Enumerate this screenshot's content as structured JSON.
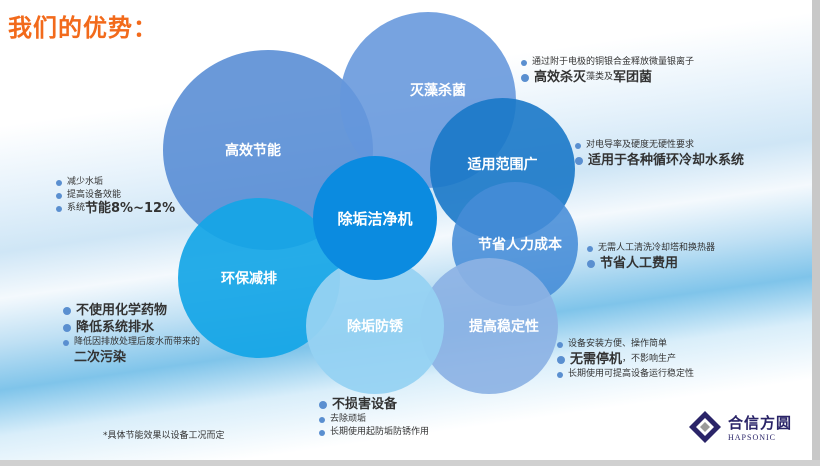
{
  "title": "我们的优势：",
  "center": "除垢洁净机",
  "bubbles": {
    "energy": "高效节能",
    "algae": "灭藻杀菌",
    "range": "适用范围广",
    "labor": "节省人力成本",
    "stability": "提高稳定性",
    "antirust": "除垢防锈",
    "eco": "环保减排"
  },
  "algae_notes": {
    "n1": "通过附于电极的铜银合金释放微量银离子",
    "n2a": "高效杀灭",
    "n2b": "藻类及",
    "n2c": "军团菌"
  },
  "range_notes": {
    "n1": "对电导率及硬度无硬性要求",
    "n2": "适用于各种循环冷却水系统"
  },
  "energy_notes": {
    "n1": "减少水垢",
    "n2": "提高设备效能",
    "n3a": "系统",
    "n3b": "节能8%~12%"
  },
  "labor_notes": {
    "n1": "无需人工清洗冷却塔和换热器",
    "n2": "节省人工费用"
  },
  "eco_notes": {
    "n1": "不使用化学药物",
    "n2": "降低系统排水",
    "n3": "降低因排放处理后废水而带来的",
    "n4": "二次污染"
  },
  "stability_notes": {
    "n1": "设备安装方便、操作简单",
    "n2a": "无需停机",
    "n2b": "，不影响生产",
    "n3": "长期使用可提高设备运行稳定性"
  },
  "antirust_notes": {
    "n1": "不损害设备",
    "n2": "去除顽垢",
    "n3": "长期使用起防垢防锈作用"
  },
  "footnote": "*具体节能效果以设备工况而定",
  "logo": {
    "cn": "合信方圆",
    "en": "HAPSONIC"
  }
}
